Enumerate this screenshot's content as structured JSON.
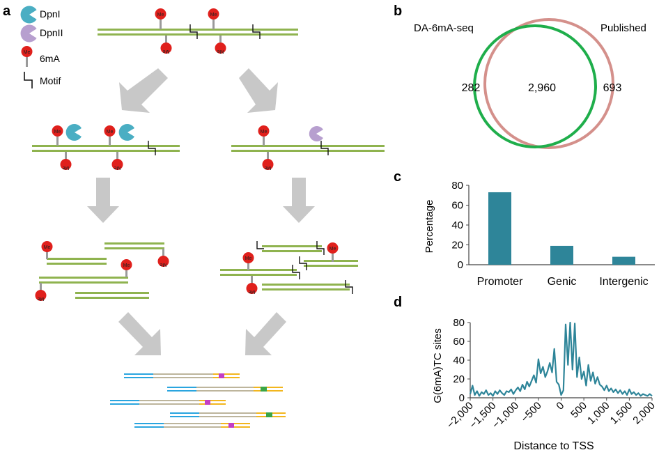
{
  "colors": {
    "dna": "#8fb34f",
    "dpn1": "#4aaec3",
    "dpn2": "#b79fcf",
    "me": "#e0201c",
    "stem": "#9a9a9a",
    "arrow": "#c8c8c8",
    "bar": "#2e8599",
    "line": "#2e8599",
    "venn_left": "#1fae4b",
    "venn_right": "#d4908b",
    "read_blue": "#2aa5df",
    "read_gray": "#bdb59c",
    "read_yellow": "#f2b61e",
    "read_magenta": "#c43ec4",
    "read_green": "#3aa545"
  },
  "panel_a": {
    "label": "a",
    "legend": [
      {
        "icon": "dpni-pacman-icon",
        "label": "DpnI"
      },
      {
        "icon": "dpnii-pacman-icon",
        "label": "DpnII"
      },
      {
        "icon": "6ma-lollipop-icon",
        "label": "6mA"
      },
      {
        "icon": "motif-step-icon",
        "label": "Motif"
      }
    ],
    "me_text": "Me"
  },
  "panel_b": {
    "label": "b",
    "left_set": "DA-6mA-seq",
    "right_set": "Published",
    "left_only": "282",
    "overlap": "2,960",
    "right_only": "693"
  },
  "panel_c": {
    "label": "c",
    "chart_data": {
      "type": "bar",
      "categories": [
        "Promoter",
        "Genic",
        "Intergenic"
      ],
      "values": [
        73,
        19,
        8
      ],
      "ylabel": "Percentage",
      "xlabel": "",
      "ylim": [
        0,
        80
      ],
      "yticks": [
        "0",
        "20",
        "40",
        "60",
        "80"
      ]
    }
  },
  "panel_d": {
    "label": "d",
    "chart_data": {
      "type": "line",
      "xlabel": "Distance to TSS",
      "ylabel": "G(6mA)TC sites",
      "xlim": [
        -2000,
        2000
      ],
      "ylim": [
        0,
        80
      ],
      "xticks": [
        "−2,000",
        "−1,500",
        "−1,000",
        "−500",
        "0",
        "500",
        "1,000",
        "1,500",
        "2,000"
      ],
      "yticks": [
        "0",
        "20",
        "40",
        "60",
        "80"
      ],
      "x": [
        -2000,
        -1950,
        -1900,
        -1850,
        -1800,
        -1750,
        -1700,
        -1650,
        -1600,
        -1550,
        -1500,
        -1450,
        -1400,
        -1350,
        -1300,
        -1250,
        -1200,
        -1150,
        -1100,
        -1050,
        -1000,
        -950,
        -900,
        -850,
        -800,
        -750,
        -700,
        -650,
        -600,
        -550,
        -500,
        -450,
        -400,
        -350,
        -300,
        -250,
        -200,
        -150,
        -100,
        -50,
        0,
        50,
        100,
        150,
        200,
        250,
        300,
        350,
        400,
        450,
        500,
        550,
        600,
        650,
        700,
        750,
        800,
        850,
        900,
        950,
        1000,
        1050,
        1100,
        1150,
        1200,
        1250,
        1300,
        1350,
        1400,
        1450,
        1500,
        1550,
        1600,
        1650,
        1700,
        1750,
        1800,
        1850,
        1900,
        1950,
        2000
      ],
      "y": [
        4,
        13,
        3,
        7,
        2,
        6,
        4,
        8,
        3,
        5,
        2,
        7,
        4,
        8,
        5,
        3,
        7,
        6,
        9,
        4,
        8,
        11,
        7,
        14,
        9,
        17,
        12,
        18,
        24,
        16,
        41,
        26,
        33,
        22,
        28,
        37,
        27,
        52,
        17,
        14,
        3,
        8,
        78,
        35,
        80,
        30,
        79,
        22,
        43,
        20,
        28,
        13,
        35,
        18,
        27,
        15,
        22,
        14,
        12,
        8,
        13,
        7,
        10,
        6,
        9,
        5,
        8,
        4,
        7,
        3,
        9,
        4,
        6,
        3,
        5,
        2,
        4,
        3,
        2,
        4,
        2
      ]
    }
  }
}
